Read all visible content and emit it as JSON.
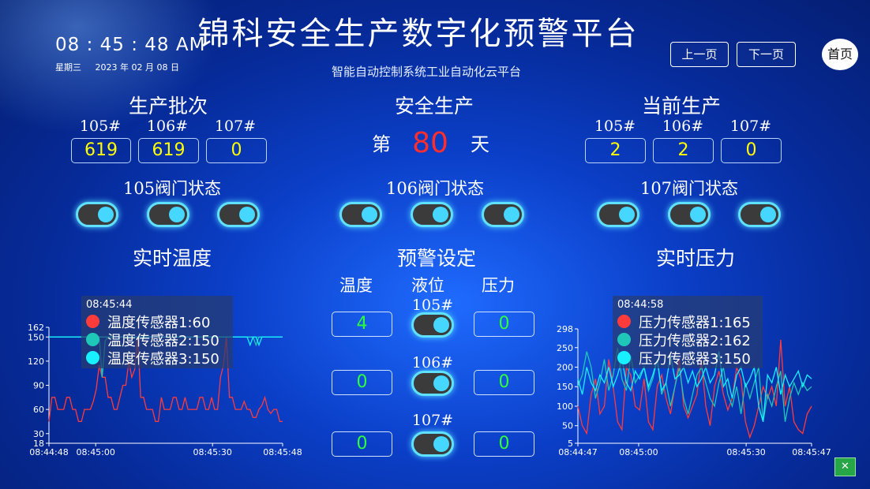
{
  "header": {
    "title": "锦科安全生产数字化预警平台",
    "subtitle": "智能自动控制系统工业自动化云平台",
    "time": "08 : 45 : 48 AM",
    "weekday": "星期三",
    "date": "2023 年 02 月 08 日",
    "prev_label": "上一页",
    "next_label": "下一页",
    "home_label": "首页"
  },
  "batches": {
    "title": "生产批次",
    "items": [
      {
        "label": "105#",
        "value": "619"
      },
      {
        "label": "106#",
        "value": "619"
      },
      {
        "label": "107#",
        "value": "0"
      }
    ]
  },
  "safety": {
    "title": "安全生产",
    "prefix": "第",
    "days": "80",
    "suffix": "天"
  },
  "current": {
    "title": "当前生产",
    "items": [
      {
        "label": "105#",
        "value": "2"
      },
      {
        "label": "106#",
        "value": "2"
      },
      {
        "label": "107#",
        "value": "0"
      }
    ]
  },
  "valves": [
    {
      "title": "105阀门状态",
      "states": [
        "on",
        "on",
        "on"
      ]
    },
    {
      "title": "106阀门状态",
      "states": [
        "on",
        "on",
        "on"
      ]
    },
    {
      "title": "107阀门状态",
      "states": [
        "on",
        "on",
        "on"
      ]
    }
  ],
  "warning": {
    "title": "预警设定",
    "col_temp": "温度",
    "col_level": "液位",
    "col_pressure": "压力",
    "rows": [
      {
        "label": "105#",
        "temp": "4",
        "level": "on",
        "pressure": "0"
      },
      {
        "label": "106#",
        "temp": "0",
        "level": "on",
        "pressure": "0"
      },
      {
        "label": "107#",
        "temp": "0",
        "level": "on",
        "pressure": "0"
      }
    ]
  },
  "temp_chart": {
    "title": "实时温度",
    "tooltip_time": "08:45:44",
    "tooltip_rows": [
      "温度传感器1:60",
      "温度传感器2:150",
      "温度传感器3:150"
    ],
    "colors": [
      "#ff3b3b",
      "#1fc7b8",
      "#19f0ff"
    ]
  },
  "press_chart": {
    "title": "实时压力",
    "tooltip_time": "08:44:58",
    "tooltip_rows": [
      "压力传感器1:165",
      "压力传感器2:162",
      "压力传感器3:150"
    ],
    "colors": [
      "#ff3b3b",
      "#1fc7b8",
      "#19f0ff"
    ]
  },
  "close_label": "✕",
  "chart_data": [
    {
      "type": "line",
      "title": "实时温度",
      "x_ticks": [
        "08:44:48",
        "08:45:00",
        "08:45:30",
        "08:45:48"
      ],
      "x_range_seconds": [
        0,
        60
      ],
      "ylim": [
        18,
        162
      ],
      "y_ticks": [
        18,
        30,
        60,
        90,
        120,
        150,
        162
      ],
      "series": [
        {
          "name": "温度传感器1",
          "color": "#ff3b3b",
          "values": [
            45,
            75,
            75,
            60,
            60,
            60,
            75,
            75,
            60,
            60,
            45,
            45,
            60,
            60,
            60,
            70,
            85,
            115,
            100,
            100,
            75,
            75,
            60,
            60,
            75,
            90,
            90,
            120,
            100,
            110,
            150,
            75,
            75,
            60,
            60,
            60,
            45,
            45,
            75,
            60,
            60,
            60,
            75,
            75,
            60,
            60,
            75,
            60,
            60,
            60,
            60,
            75,
            75,
            60,
            60,
            75,
            60,
            60,
            100,
            115,
            150,
            75,
            75,
            60,
            60,
            60,
            70,
            60,
            60,
            50,
            50,
            60,
            65,
            75,
            60,
            55,
            60,
            60,
            45,
            45
          ]
        },
        {
          "name": "温度传感器2",
          "color": "#1fc7b8",
          "values": [
            150,
            150,
            150,
            150,
            150,
            150,
            150,
            150,
            150,
            150,
            150,
            150,
            150,
            150,
            150,
            150,
            150,
            150,
            100,
            145,
            150,
            150,
            150,
            150,
            150,
            150,
            150,
            150,
            150,
            150,
            150,
            150,
            150,
            150,
            150,
            150,
            150,
            150,
            150,
            150,
            150,
            150,
            150,
            150,
            150,
            150,
            150,
            150,
            150,
            150,
            150,
            150,
            150,
            150,
            150,
            150,
            150,
            150,
            150,
            150,
            150,
            150,
            150,
            150,
            150,
            150,
            150,
            150,
            150,
            150,
            140,
            150,
            150,
            150,
            150,
            150,
            150,
            150,
            150,
            150
          ]
        },
        {
          "name": "温度传感器3",
          "color": "#19f0ff",
          "values": [
            150,
            150,
            150,
            150,
            150,
            150,
            150,
            150,
            150,
            150,
            150,
            150,
            150,
            150,
            150,
            150,
            150,
            150,
            150,
            150,
            150,
            150,
            150,
            150,
            150,
            150,
            150,
            150,
            150,
            150,
            150,
            150,
            150,
            150,
            150,
            150,
            150,
            150,
            150,
            150,
            150,
            150,
            150,
            150,
            150,
            150,
            150,
            150,
            150,
            150,
            150,
            150,
            150,
            150,
            150,
            150,
            150,
            150,
            150,
            150,
            150,
            150,
            150,
            150,
            150,
            150,
            150,
            150,
            140,
            150,
            150,
            140,
            150,
            150,
            150,
            150,
            150,
            150,
            150,
            150
          ]
        }
      ]
    },
    {
      "type": "line",
      "title": "实时压力",
      "x_ticks": [
        "08:44:47",
        "08:45:00",
        "08:45:30",
        "08:45:47"
      ],
      "x_range_seconds": [
        0,
        60
      ],
      "ylim": [
        5,
        298
      ],
      "y_ticks": [
        5,
        50,
        100,
        150,
        200,
        250,
        298
      ],
      "series": [
        {
          "name": "压力传感器1",
          "color": "#ff3b3b",
          "values": [
            100,
            50,
            30,
            130,
            170,
            80,
            100,
            220,
            150,
            60,
            40,
            200,
            180,
            100,
            90,
            170,
            60,
            40,
            150,
            180,
            120,
            80,
            150,
            220,
            100,
            70,
            100,
            130,
            220,
            100,
            50,
            150,
            190,
            130,
            90,
            120,
            200,
            170,
            60,
            20,
            50,
            100,
            150,
            120,
            150,
            100,
            270,
            100,
            150,
            60,
            40,
            30,
            80,
            100
          ]
        },
        {
          "name": "压力传感器2",
          "color": "#1fc7b8",
          "values": [
            150,
            180,
            240,
            200,
            120,
            160,
            220,
            140,
            180,
            250,
            170,
            140,
            230,
            160,
            180,
            200,
            140,
            170,
            220,
            130,
            160,
            100,
            150,
            200,
            120,
            80,
            130,
            180,
            200,
            160,
            120,
            100,
            160,
            200,
            130,
            100,
            150,
            80,
            160,
            120,
            160,
            200,
            60,
            130,
            100,
            150,
            190,
            60,
            120,
            160,
            130,
            160,
            140,
            150
          ]
        },
        {
          "name": "压力传感器3",
          "color": "#19f0ff",
          "values": [
            170,
            130,
            200,
            160,
            140,
            180,
            160,
            200,
            150,
            180,
            220,
            160,
            140,
            190,
            170,
            200,
            150,
            180,
            220,
            140,
            160,
            230,
            170,
            180,
            200,
            160,
            190,
            150,
            170,
            200,
            160,
            180,
            240,
            150,
            170,
            120,
            180,
            200,
            150,
            170,
            200,
            100,
            60,
            180,
            160,
            200,
            130,
            180,
            150,
            170,
            190,
            150,
            180,
            170
          ]
        }
      ]
    }
  ]
}
